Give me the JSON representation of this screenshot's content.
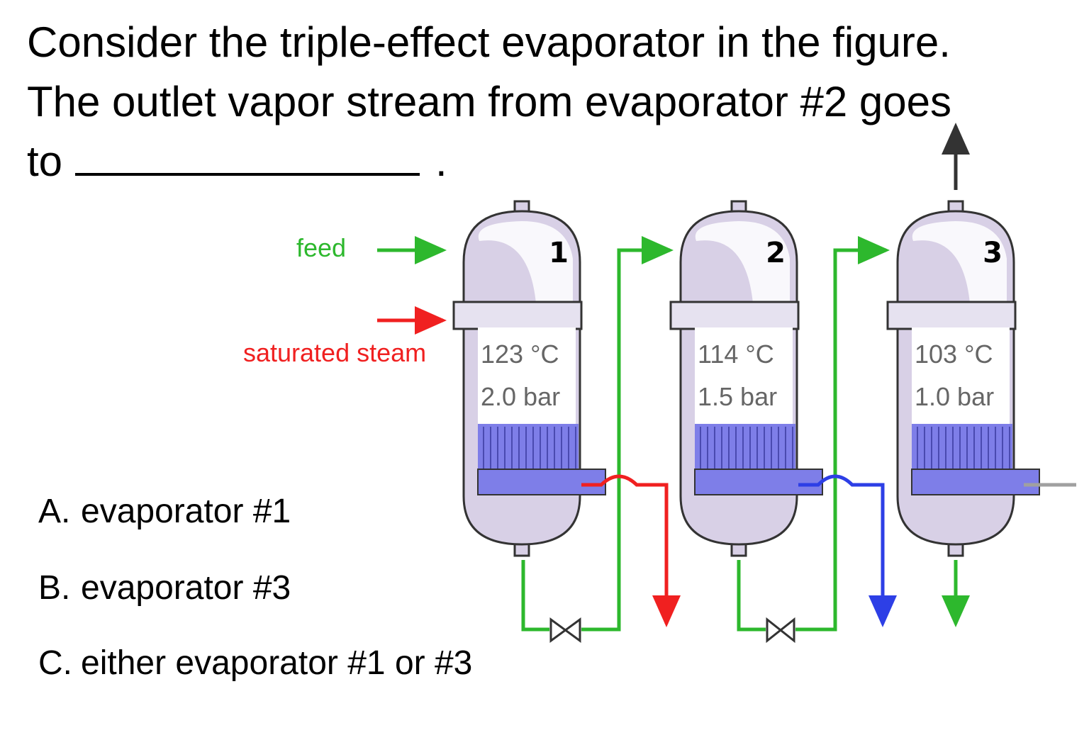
{
  "question": {
    "line1": "Consider the triple-effect evaporator in the figure.",
    "line2": "The outlet vapor stream from evaporator #2 goes",
    "line3_start": "to",
    "line3_end": "."
  },
  "options": [
    {
      "letter": "A.",
      "text": "evaporator #1"
    },
    {
      "letter": "B.",
      "text": "evaporator #3"
    },
    {
      "letter": "C.",
      "text": "either evaporator #1 or #3"
    }
  ],
  "diagram": {
    "feed_label": "feed",
    "steam_label": "saturated steam",
    "evaporators": [
      {
        "number": "1",
        "temperature": "123 °C",
        "pressure": "2.0 bar"
      },
      {
        "number": "2",
        "temperature": "114 °C",
        "pressure": "1.5 bar"
      },
      {
        "number": "3",
        "temperature": "103 °C",
        "pressure": "1.0 bar"
      }
    ],
    "colors": {
      "feed": "#2db82d",
      "steam": "#f02020",
      "vessel": "#d8d0e6",
      "liquid": "#7e7ee8",
      "condensate_blue": "#2d3fe6",
      "outlet_gray": "#a0a0a0"
    }
  }
}
